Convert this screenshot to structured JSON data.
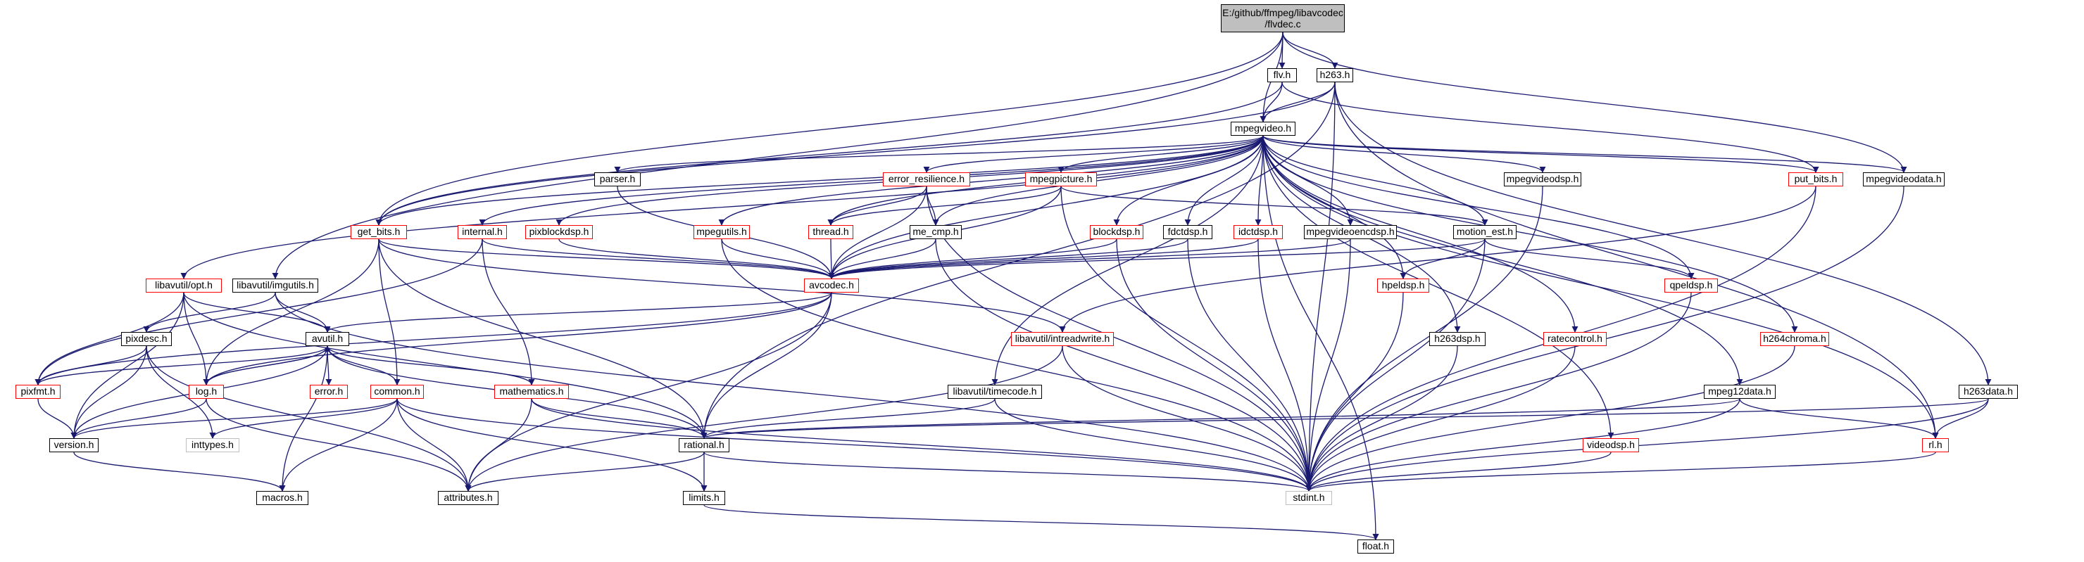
{
  "graph": {
    "root": {
      "line1": "E:/github/ffmpeg/libavcodec",
      "line2": "/flvdec.c"
    },
    "nodes": {
      "flv_h": "flv.h",
      "h263_h": "h263.h",
      "mpegvideo_h": "mpegvideo.h",
      "get_bits_h": "get_bits.h",
      "libavutil_opt_h": "libavutil/opt.h",
      "libavutil_imgutils_h": "libavutil/imgutils.h",
      "internal_h": "internal.h",
      "pixblockdsp_h": "pixblockdsp.h",
      "parser_h": "parser.h",
      "mpegutils_h": "mpegutils.h",
      "error_resilience_h": "error_resilience.h",
      "thread_h": "thread.h",
      "me_cmp_h": "me_cmp.h",
      "mpegpicture_h": "mpegpicture.h",
      "blockdsp_h": "blockdsp.h",
      "fdctdsp_h": "fdctdsp.h",
      "idctdsp_h": "idctdsp.h",
      "mpegvideoencdsp_h": "mpegvideoencdsp.h",
      "motion_est_h": "motion_est.h",
      "mpegvideodsp_h": "mpegvideodsp.h",
      "put_bits_h": "put_bits.h",
      "mpegvideodata_h": "mpegvideodata.h",
      "avcodec_h": "avcodec.h",
      "pixdesc_h": "pixdesc.h",
      "avutil_h": "avutil.h",
      "pixfmt_h": "pixfmt.h",
      "log_h": "log.h",
      "error_h": "error.h",
      "common_h": "common.h",
      "mathematics_h": "mathematics.h",
      "version_h": "version.h",
      "inttypes_h": "inttypes.h",
      "macros_h": "macros.h",
      "attributes_h": "attributes.h",
      "rational_h": "rational.h",
      "limits_h": "limits.h",
      "libavutil_intreadwrite_h": "libavutil/intreadwrite.h",
      "libavutil_timecode_h": "libavutil/timecode.h",
      "hpeldsp_h": "hpeldsp.h",
      "qpeldsp_h": "qpeldsp.h",
      "h263dsp_h": "h263dsp.h",
      "ratecontrol_h": "ratecontrol.h",
      "h264chroma_h": "h264chroma.h",
      "mpeg12data_h": "mpeg12data.h",
      "h263data_h": "h263data.h",
      "videodsp_h": "videodsp.h",
      "rl_h": "rl.h",
      "stdint_h": "stdint.h",
      "float_h": "float.h"
    }
  },
  "colors": {
    "edge": "#191970",
    "edge_from_root": "#191970",
    "node_border": "#000000",
    "node_border_red": "#ff0000",
    "node_border_gray": "#bfbfbf",
    "root_fill": "#bfbfbf"
  }
}
